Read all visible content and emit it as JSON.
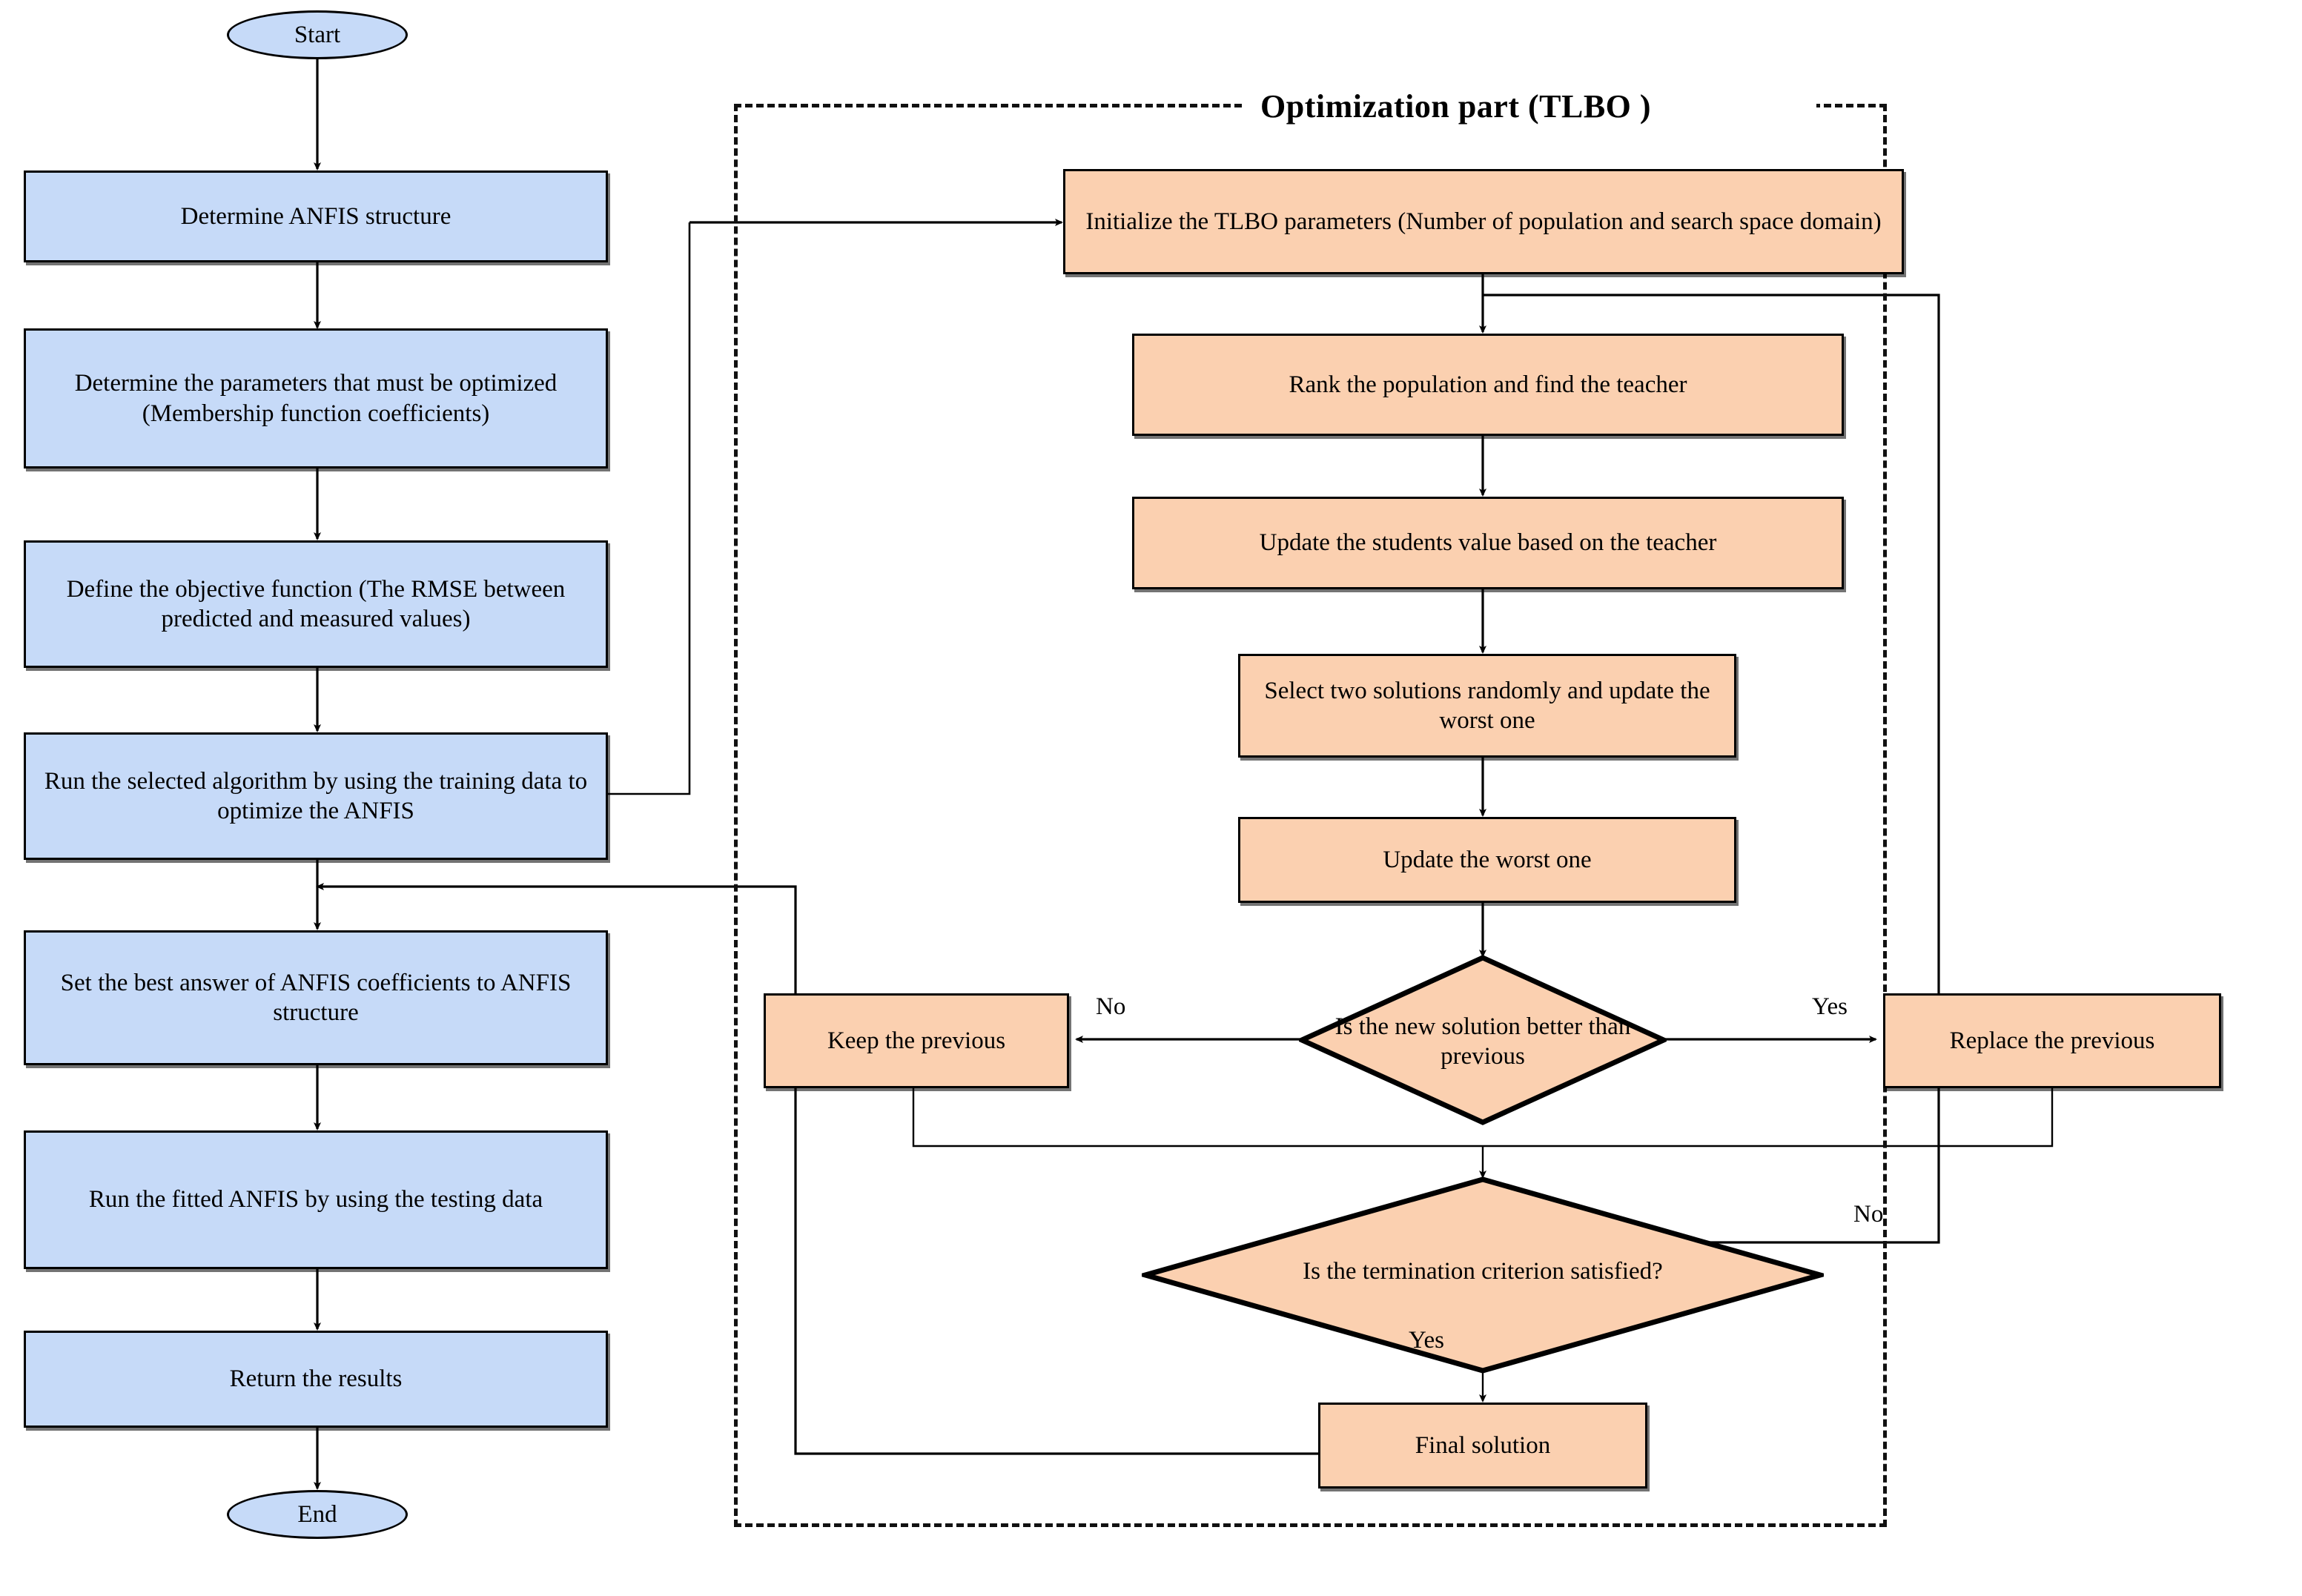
{
  "diagram": {
    "title": "ANFIS-TLBO hybrid optimization flowchart",
    "colors": {
      "preprocessing_fill": "#c6daf8",
      "optimization_fill": "#fbd0b0",
      "stroke": "#000000",
      "background": "#ffffff"
    }
  },
  "left_column": {
    "start": "Start",
    "steps": [
      "Determine ANFIS structure",
      "Determine the parameters that must be optimized (Membership function coefficients)",
      "Define the objective function (The RMSE between predicted and measured values)",
      "Run the selected algorithm by using the training data to optimize the ANFIS",
      "Set the best answer of ANFIS coefficients to ANFIS structure",
      "Run the fitted ANFIS by using the testing data",
      "Return the results"
    ],
    "end": "End"
  },
  "optimization_part": {
    "group_title": "Optimization part (TLBO )",
    "steps": [
      "Initialize the TLBO parameters (Number of population and search space domain)",
      "Rank the population and find the teacher",
      "Update the students value  based on the teacher",
      "Select two solutions randomly  and update the worst one",
      "Update the worst one"
    ],
    "decision_1": "Is the new solution better than previous",
    "decision_1_no_label": "No",
    "decision_1_yes_label": "Yes",
    "decision_1_no_target": "Keep the previous",
    "decision_1_yes_target": "Replace the previous",
    "decision_2": "Is the termination criterion satisfied?",
    "decision_2_no_label": "No",
    "decision_2_yes_label": "Yes",
    "final": "Final solution"
  }
}
